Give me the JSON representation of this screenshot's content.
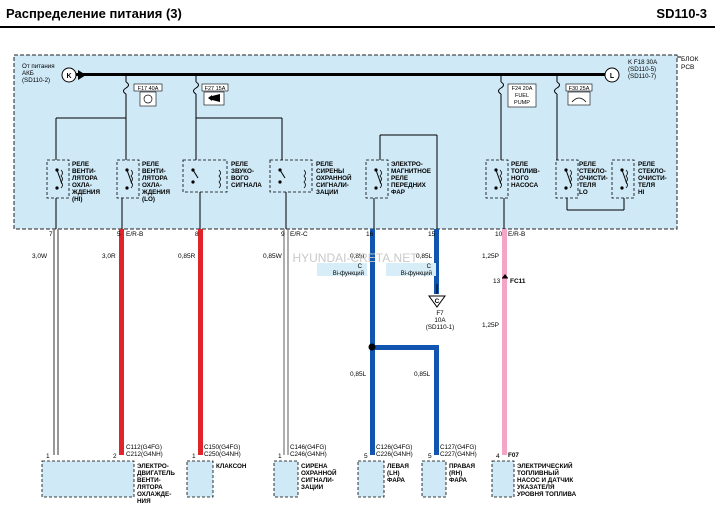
{
  "page": {
    "title": "Распределение питания (3)",
    "code": "SD110-3"
  },
  "pcb": {
    "label": [
      "БЛОК",
      "PCB"
    ],
    "source_left": [
      "От питания",
      "АКБ",
      "(SD110-2)"
    ],
    "bus_left_connector": "K",
    "bus_right_connector": "L",
    "source_right": [
      "K F18 30A",
      "(SD110-5)",
      "(SD110-7)"
    ]
  },
  "fuses": {
    "f17": "F17 40A",
    "f27": "F27 15A",
    "f24": [
      "F24 20A",
      "FUEL",
      "PUMP"
    ],
    "f30": "F30 25A"
  },
  "relays": {
    "fan_hi": [
      "РЕЛЕ",
      "ВЕНТИ-",
      "ЛЯТОРА",
      "ОХЛА-",
      "ЖДЕНИЯ",
      "(HI)"
    ],
    "fan_lo": [
      "РЕЛЕ",
      "ВЕНТИ-",
      "ЛЯТОРА",
      "ОХЛА-",
      "ЖДЕНИЯ",
      "(LO)"
    ],
    "horn": [
      "РЕЛЕ",
      "ЗВУКО-",
      "ВОГО",
      "СИГНАЛА"
    ],
    "siren": [
      "РЕЛЕ",
      "СИРЕНЫ",
      "ОХРАННОЙ",
      "СИГНАЛИ-",
      "ЗАЦИИ"
    ],
    "headlamp": [
      "ЭЛЕКТРО-",
      "МАГНИТНОЕ",
      "РЕЛЕ",
      "ПЕРЕДНИХ",
      "ФАР"
    ],
    "fuel": [
      "РЕЛЕ",
      "ТОПЛИВ-",
      "НОГО",
      "НАСОСА"
    ],
    "wiper_lo": [
      "РЕЛЕ",
      "СТЕКЛО-",
      "ОЧИСТИ-",
      "ТЕЛЯ",
      "LO"
    ],
    "wiper_hi": [
      "РЕЛЕ",
      "СТЕКЛО-",
      "ОЧИСТИ-",
      "ТЕЛЯ",
      "HI"
    ]
  },
  "pins": {
    "p7": "7",
    "p5": "5",
    "p8": "8",
    "p9": "9",
    "p16": "16",
    "p15": "15",
    "p10": "10",
    "p13": "13"
  },
  "wires": {
    "w1": "3,0W",
    "w2": "3,0R",
    "w3": "0,85R",
    "w4": "0,85W",
    "w5": "0,85L",
    "w6": "0,85L",
    "w7": "1,25P",
    "w8": "1,25P",
    "w9": "0,85L",
    "w10": "0,85L",
    "er_b_1": "E/R-B",
    "er_c": "E/R-C",
    "er_b_2": "E/R-B",
    "fc11": "FC11"
  },
  "bi_function": {
    "left": [
      "C",
      "Bi-функций"
    ],
    "right": [
      "C",
      "Bi-функций"
    ]
  },
  "f7_ref": {
    "letter": "C",
    "lines": [
      "F7",
      "10A",
      "(SD110-1)"
    ]
  },
  "watermark": "HYUNDAI-CRETA.NET",
  "connectors": {
    "fan": [
      "C112(G4FG)",
      "C212(G4NH)"
    ],
    "horn": [
      "C150(G4FG)",
      "C250(G4NH)"
    ],
    "siren": [
      "C146(G4FG)",
      "C246(G4NH)"
    ],
    "lh": [
      "C126(G4FG)",
      "C226(G4NH)"
    ],
    "rh": [
      "C127(G4FG)",
      "C227(G4NH)"
    ],
    "fuel": "F07"
  },
  "bottom_pins": {
    "fan_a": "1",
    "fan_b": "2",
    "horn": "1",
    "siren": "1",
    "lh": "5",
    "rh": "5",
    "fuel": "4"
  },
  "components": {
    "fan_motor": [
      "ЭЛЕКТРО-",
      "ДВИГАТЕЛЬ",
      "ВЕНТИ-",
      "ЛЯТОРА",
      "ОХЛАЖДЕ-",
      "НИЯ"
    ],
    "horn": [
      "КЛАКСОН"
    ],
    "siren": [
      "СИРЕНА",
      "ОХРАННОЙ",
      "СИГНАЛИ-",
      "ЗАЦИИ"
    ],
    "lh_lamp": [
      "ЛЕВАЯ",
      "(LH)",
      "ФАРА"
    ],
    "rh_lamp": [
      "ПРАВАЯ",
      "(RH)",
      "ФАРА"
    ],
    "fuel_pump": [
      "ЭЛЕКТРИЧЕСКИЙ",
      "ТОПЛИВНЫЙ",
      "НАСОС И ДАТЧИК",
      "УКАЗАТЕЛЯ",
      "УРОВНЯ ТОПЛИВА"
    ]
  },
  "colors": {
    "red": "#e0242a",
    "blue": "#1155b0",
    "pink": "#f2a5c4",
    "panel": "#cfe9f6",
    "dash": "#222222"
  }
}
